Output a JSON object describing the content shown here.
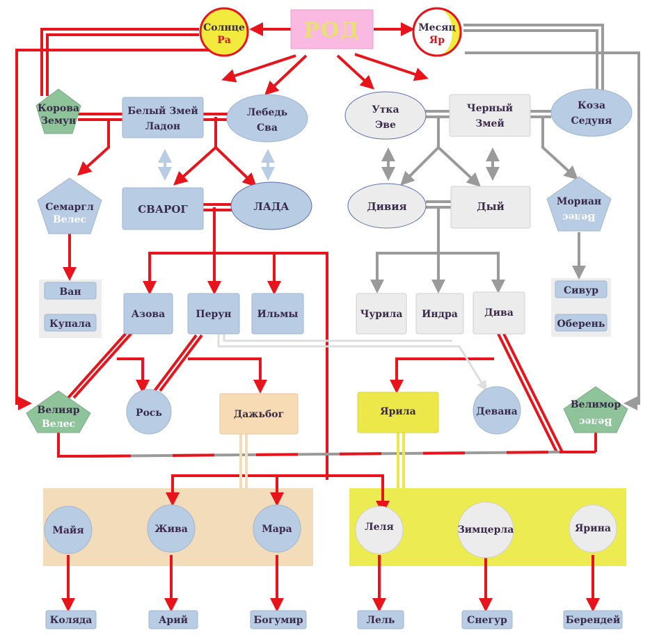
{
  "diagram": {
    "rod": "РОД",
    "solntse": {
      "line1": "Солнце",
      "line2": "Ра"
    },
    "mesyats": {
      "line1": "Месяц",
      "line2": "Яр"
    },
    "korova": {
      "line1": "Корова",
      "line2": "Земун"
    },
    "beliy_zmey": {
      "line1": "Белый Змей",
      "line2": "Ладон"
    },
    "lebed": {
      "line1": "Лебедь",
      "line2": "Сва"
    },
    "utka": {
      "line1": "Утка",
      "line2": "Эве"
    },
    "cherniy_zmey": {
      "line1": "Черный",
      "line2": "Змей"
    },
    "koza": {
      "line1": "Коза",
      "line2": "Седуня"
    },
    "semargl": {
      "line1": "Семаргл",
      "line2": "Велес"
    },
    "svarog": "СВАРОГ",
    "lada": "ЛАДА",
    "diviya": "Дивия",
    "diy": "Дый",
    "morian": {
      "line1": "Мориан",
      "line2": "Велес"
    },
    "van": "Ван",
    "kupala": "Купала",
    "azova": "Азова",
    "perun": "Перун",
    "ilmy": "Ильмы",
    "churila": "Чурила",
    "indra": "Индра",
    "diva": "Дива",
    "sivur": "Сивур",
    "oberen": "Оберень",
    "veliyar": {
      "line1": "Велияр",
      "line2": "Велес"
    },
    "ros": "Рось",
    "dazhbog": "Дажьбог",
    "yarila": "Ярила",
    "devana": "Девана",
    "velimor": {
      "line1": "Велимор",
      "line2": "Велес"
    },
    "mayya": "Майя",
    "zhiva": "Жива",
    "mara": "Мара",
    "lelya": "Леля",
    "zimtserla": "Зимцерла",
    "yarina": "Ярина",
    "kolyada": "Коляда",
    "ariy": "Арий",
    "bogumir": "Богумир",
    "lel": "Лель",
    "snegur": "Снегур",
    "berendey": "Берендей"
  },
  "colors": {
    "red_line": "#e8141c",
    "grey_line": "#9a9a9a",
    "node_blue": "#b8cce4",
    "node_grey": "#ececec",
    "node_green": "#8fc49a",
    "node_pink": "#f9b9e0",
    "node_yellow": "#ece84a",
    "node_peach": "#f6dbb4",
    "band_peach": "#f3dcb9",
    "band_yellow": "#ecec52"
  }
}
